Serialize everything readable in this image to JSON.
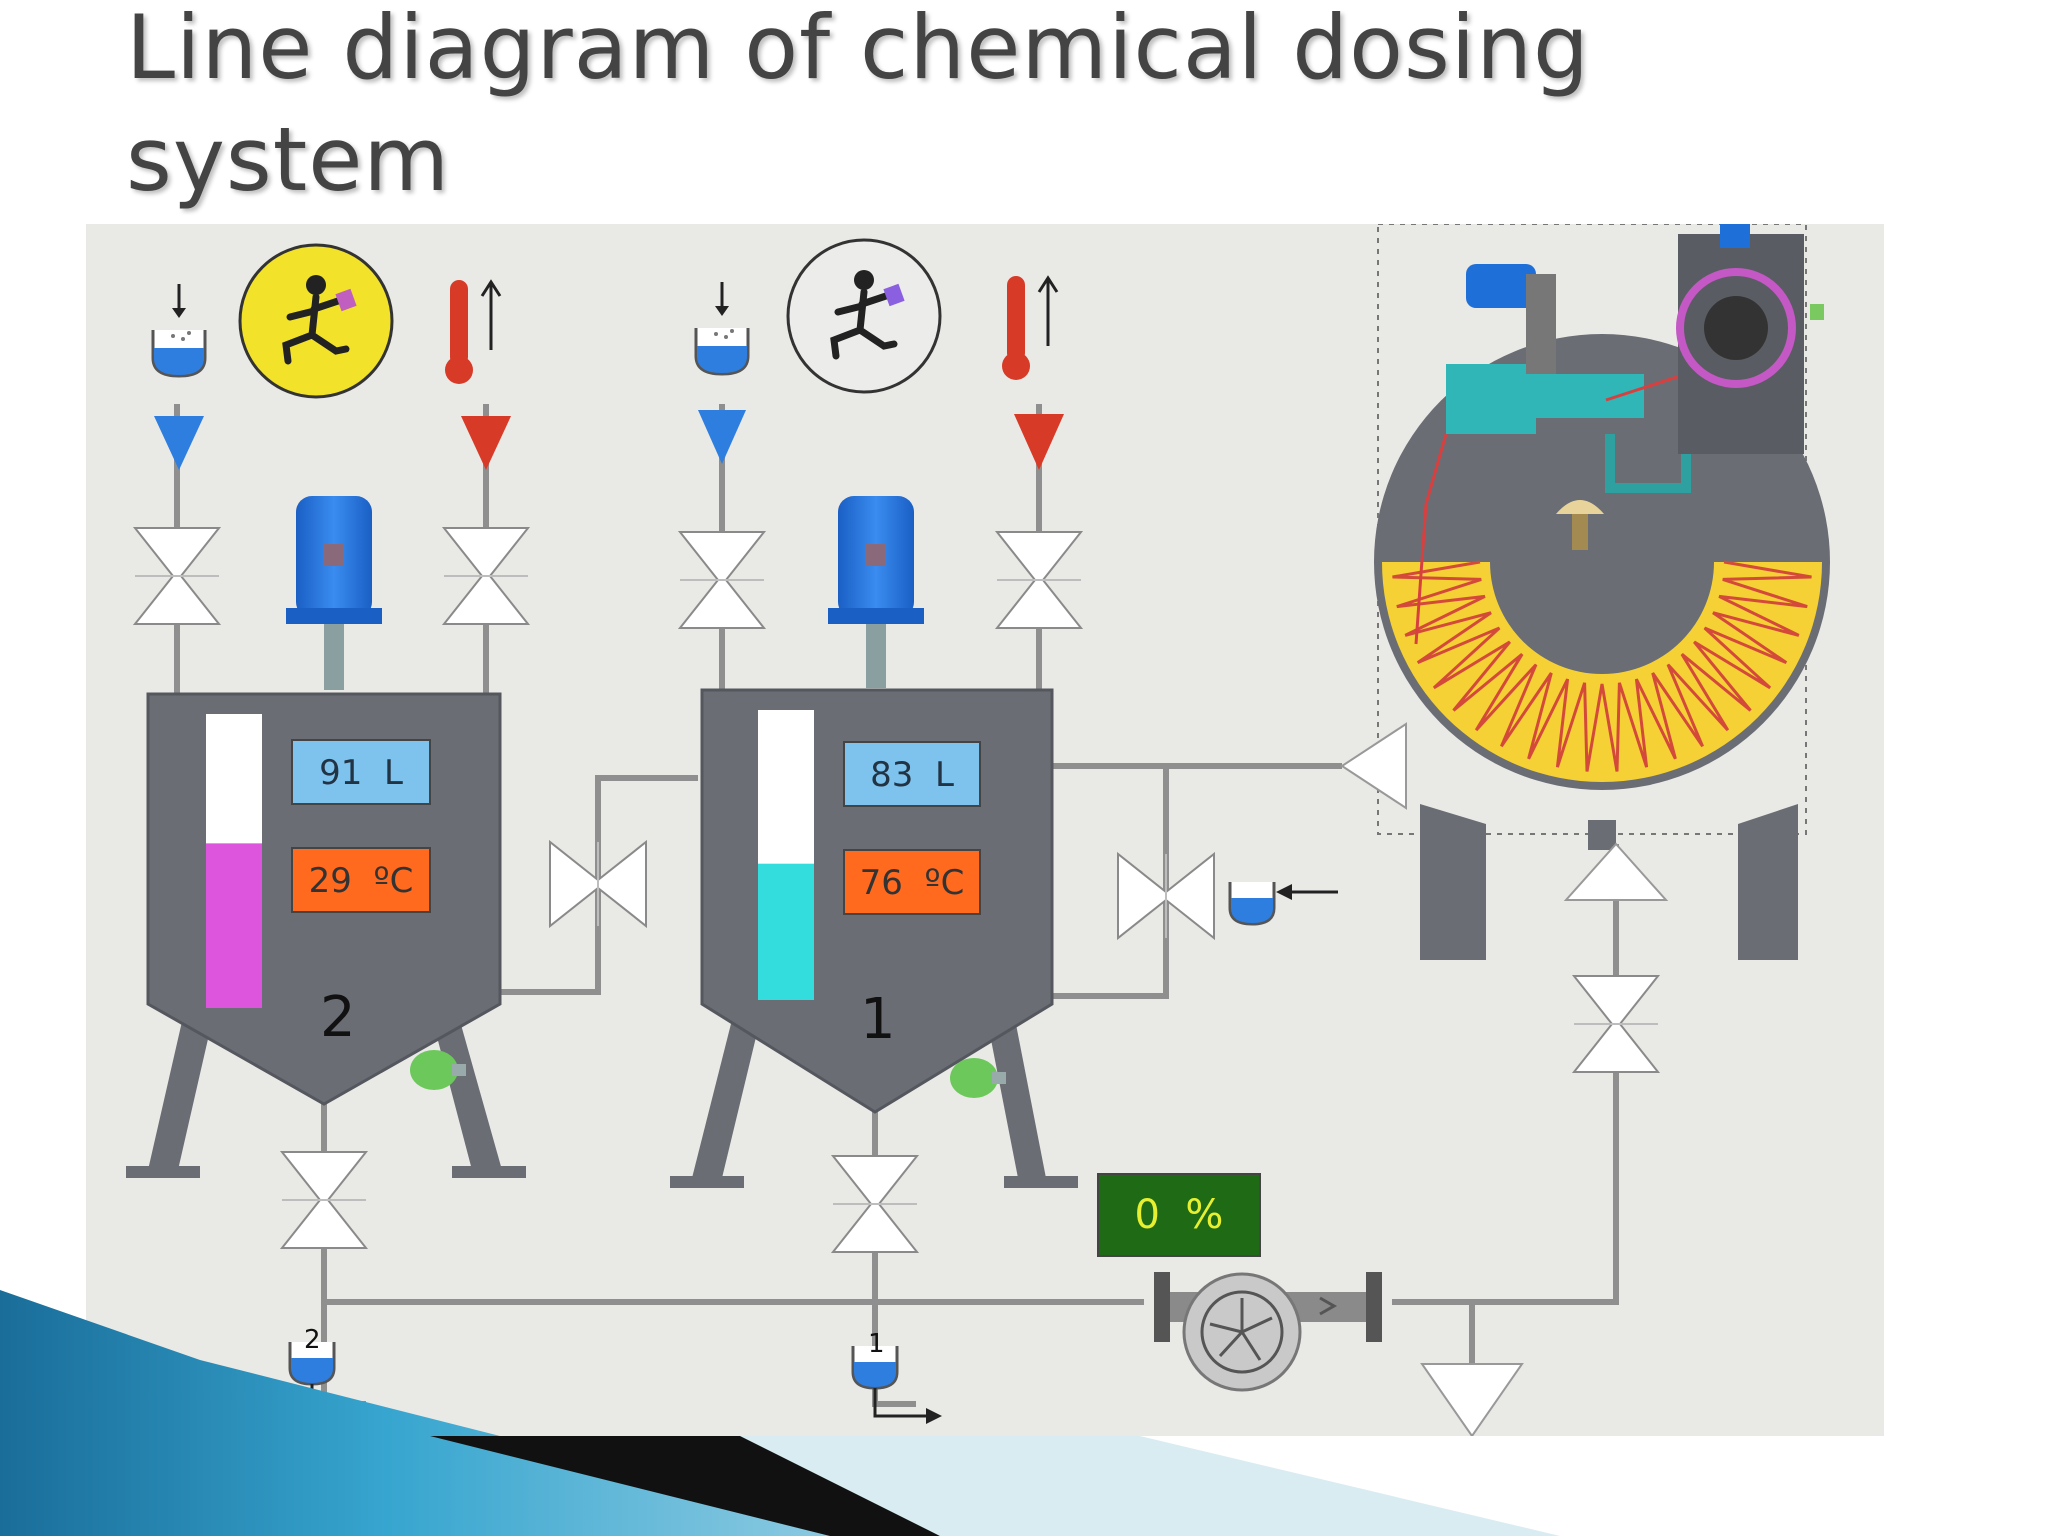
{
  "slide": {
    "title": "Line diagram of chemical dosing system"
  },
  "tanks": [
    {
      "id": "tank-2",
      "number": "2",
      "level_label": "91  L",
      "temp_label": "29  ºC",
      "fill_color": "#dd55dd",
      "fill_fraction": 0.56
    },
    {
      "id": "tank-1",
      "number": "1",
      "level_label": "83  L",
      "temp_label": "76  ºC",
      "fill_color": "#33dddd",
      "fill_fraction": 0.47
    }
  ],
  "pump": {
    "speed_label": "0  %"
  },
  "outlets": [
    {
      "id": "outlet-2",
      "label": "2"
    },
    {
      "id": "outlet-1",
      "label": "1"
    }
  ],
  "icons": [
    "dosing-hopper-icon",
    "running-operator-icon",
    "thermometer-icon",
    "up-arrow-icon",
    "down-arrow-icon",
    "left-arrow-icon",
    "right-arrow-icon",
    "butterfly-valve-icon",
    "agitator-motor-icon",
    "centrifugal-pump-icon",
    "drain-funnel-icon",
    "reactor-vessel-icon",
    "heating-coil-icon"
  ],
  "colors": {
    "tank_body": "#6b6d75",
    "motor_blue": "#1f6fd8",
    "supply_blue": "#2e7ee0",
    "return_red": "#d83a28",
    "level_display": "#7ec3ee",
    "temp_display": "#ff6a1f",
    "pump_display": "#1f6a14",
    "pump_display_text": "#e6f030",
    "coil_yellow": "#f5d135",
    "coil_red": "#d44a3a",
    "operator_active": "#f2e32a"
  }
}
